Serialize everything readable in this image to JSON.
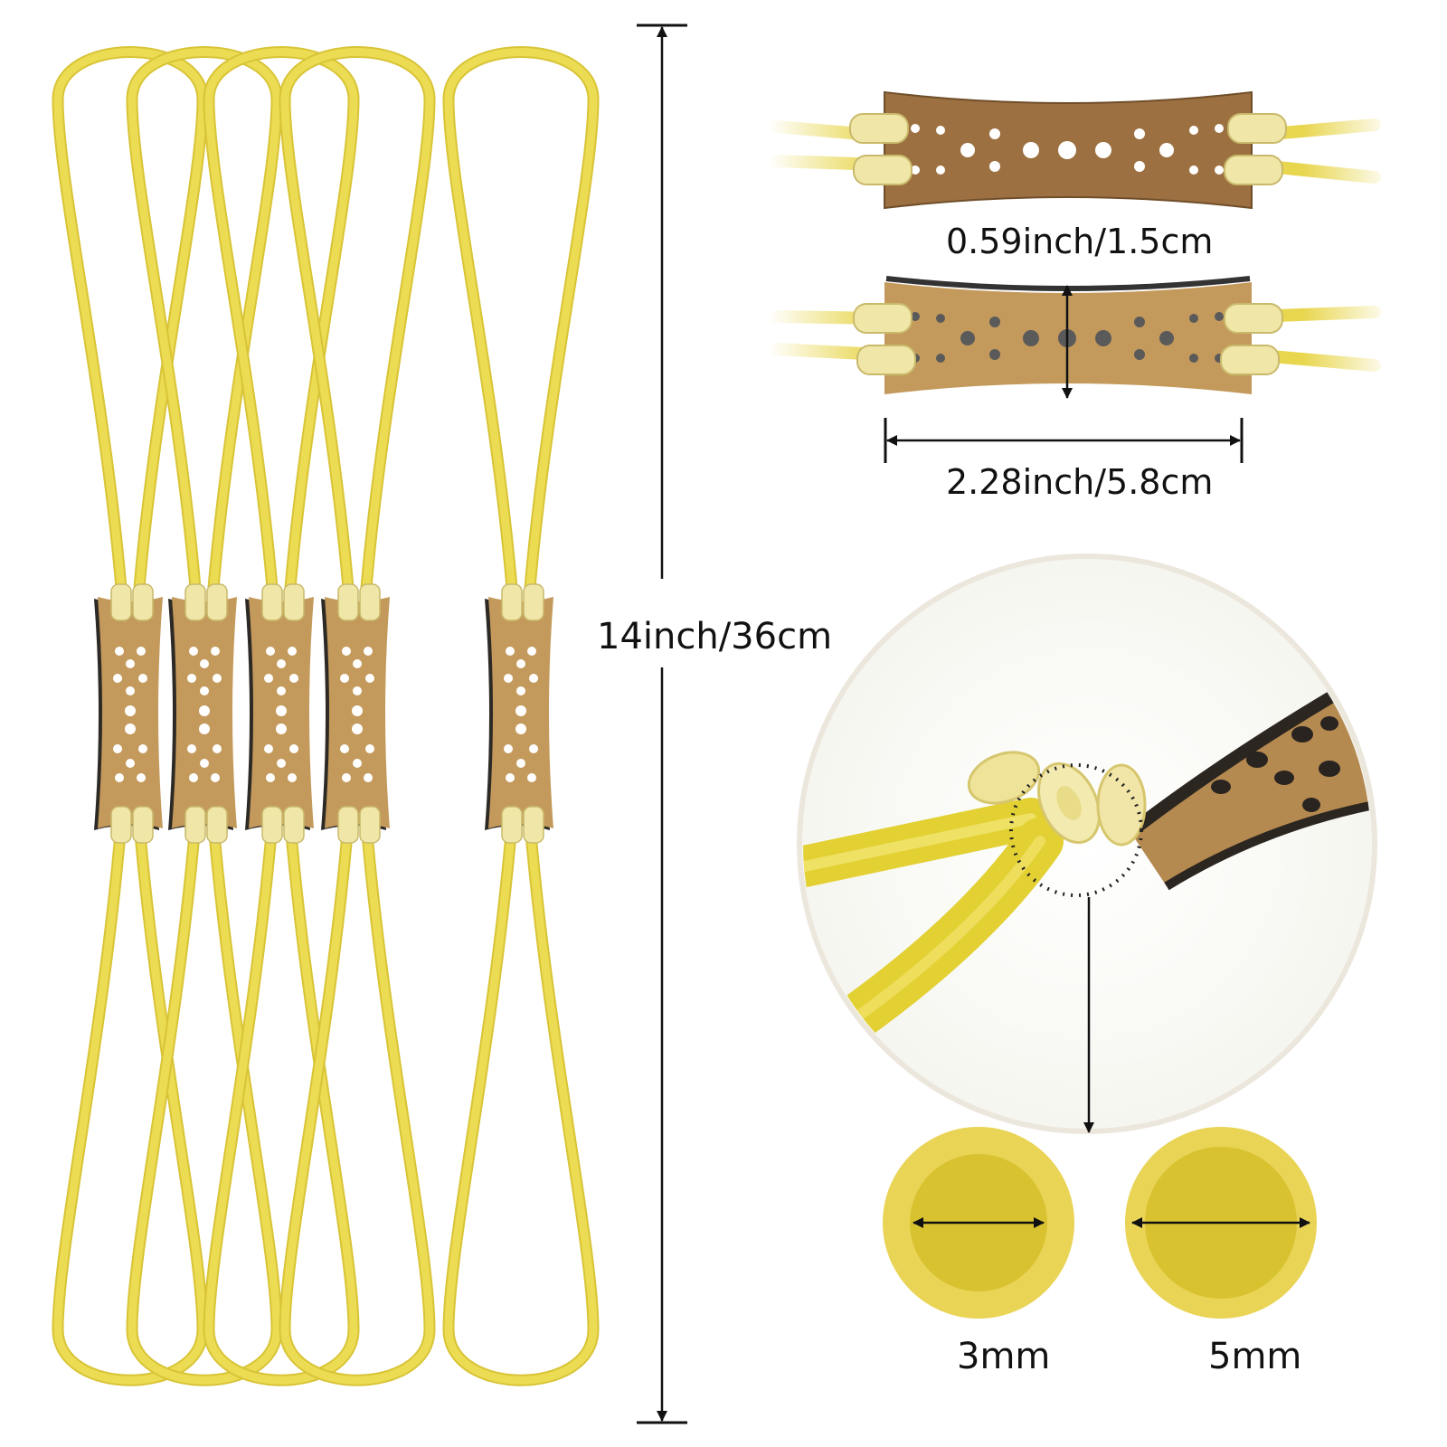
{
  "labels": {
    "overall_length": "14inch/36cm",
    "pouch_width": "0.59inch/1.5cm",
    "pouch_length": "2.28inch/5.8cm",
    "inner_diameter_small": "3mm",
    "inner_diameter_large": "5mm"
  },
  "colors": {
    "band_yellow": "#ecdc54",
    "band_edge": "#d8c436",
    "leather_tan": "#c49a5c",
    "leather_dark": "#9c7040",
    "tube_inner": "#d9c230",
    "tube_outer": "#e9d456",
    "dimension_line": "#111111"
  },
  "product": {
    "sling_count": 5
  }
}
